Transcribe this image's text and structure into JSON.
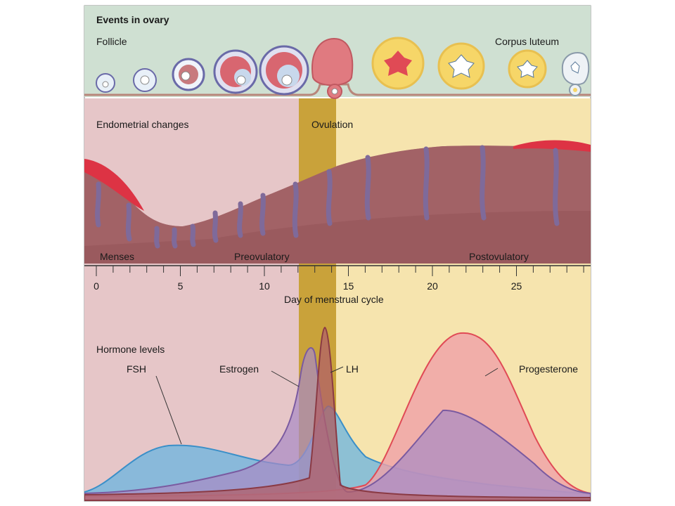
{
  "labels": {
    "events_in_ovary": "Events in ovary",
    "follicle": "Follicle",
    "corpus_luteum": "Corpus luteum",
    "endometrial_changes": "Endometrial changes",
    "ovulation": "Ovulation",
    "menses": "Menses",
    "preovulatory": "Preovulatory",
    "postovulatory": "Postovulatory",
    "day_axis": "Day of menstrual cycle",
    "hormone_levels": "Hormone levels",
    "fsh": "FSH",
    "estrogen": "Estrogen",
    "lh": "LH",
    "progesterone": "Progesterone"
  },
  "axis": {
    "tick_labels": [
      "0",
      "5",
      "10",
      "15",
      "20",
      "25"
    ],
    "range": [
      0,
      29
    ]
  },
  "colors": {
    "ovary_bg": "#cfe0d2",
    "ovulation_band": "#c9a23a",
    "pre_phase": "#e8c8c8",
    "post_phase": "#f6e6b0",
    "endometrium": "#9a5a5e",
    "menses_blood": "#dd3344",
    "gland": "#7f6a9a",
    "fsh": "#4aa3d8",
    "estrogen": "#9a7ab8",
    "lh": "#a0505a",
    "progesterone": "#e04a55"
  }
}
